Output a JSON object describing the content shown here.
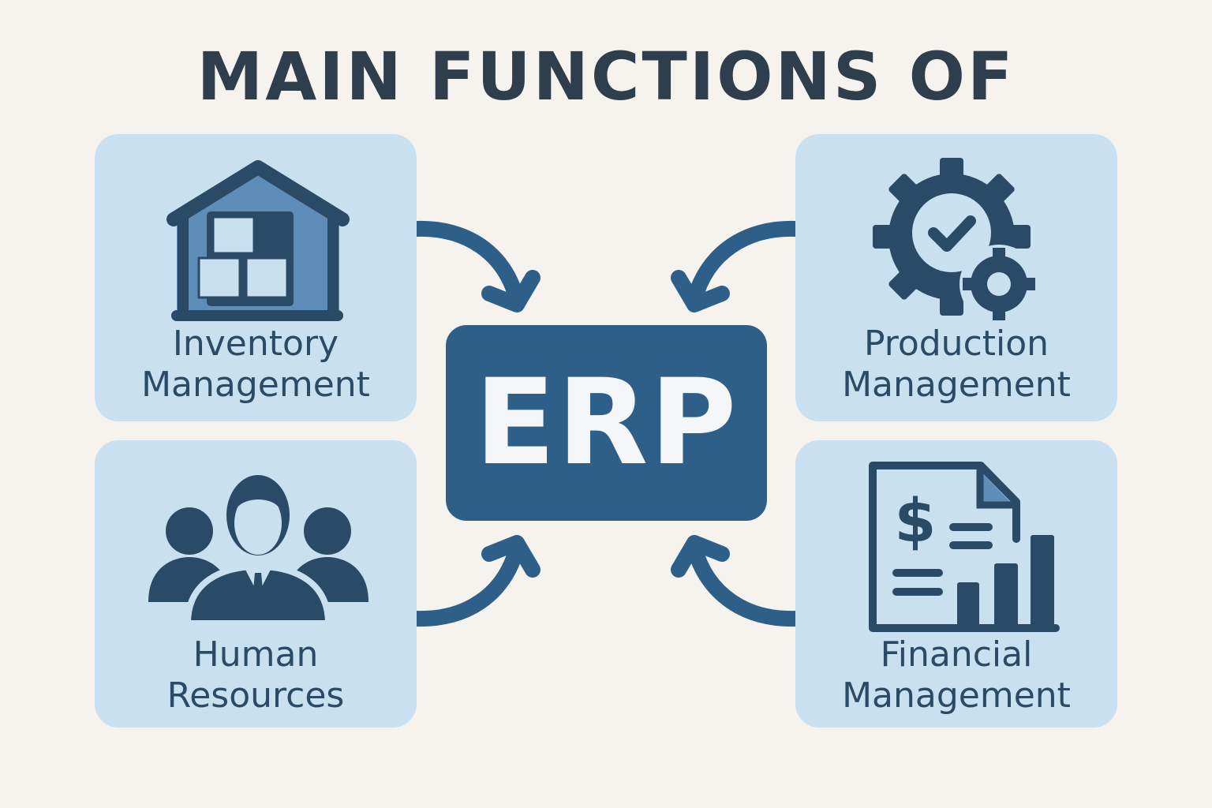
{
  "title": "MAIN FUNCTIONS OF",
  "center": {
    "label": "ERP"
  },
  "modules": [
    {
      "line1": "Inventory",
      "line2": "Management",
      "icon": "warehouse-icon"
    },
    {
      "line1": "Production",
      "line2": "Management",
      "icon": "gear-check-icon"
    },
    {
      "line1": "Human",
      "line2": "Resources",
      "icon": "people-icon"
    },
    {
      "line1": "Financial",
      "line2": "Management",
      "icon": "financial-report-icon"
    }
  ],
  "colors": {
    "background": "#f6f3ef",
    "card": "#c8e0ef",
    "dark": "#2b4a66",
    "accent": "#2e5f89"
  }
}
